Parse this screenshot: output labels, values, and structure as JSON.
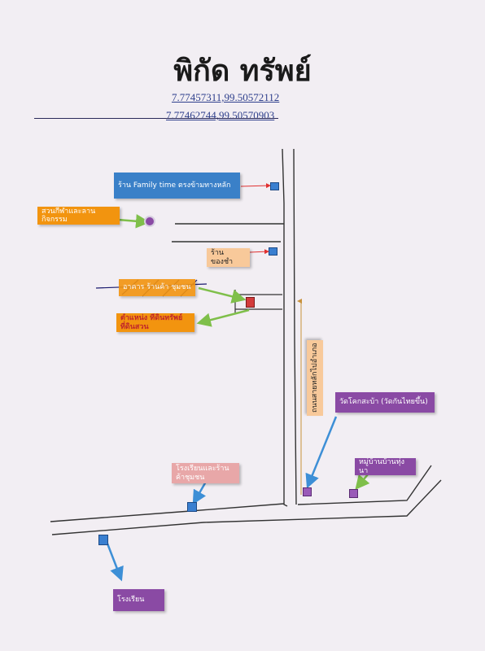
{
  "title": "พิกัด ทรัพย์",
  "coordinates": [
    "7.77457311,99.50572112",
    "7.77462744,99.50570903"
  ],
  "labels": {
    "family_time": "ร้าน Family time ตรงข้ามทางหลัก",
    "sports_park": "สวนกีฬาและลานกิจกรรม",
    "shop": "ร้านของชำ",
    "crossed_out": "อาคาร ร้านค้า ชุมชน",
    "property": "ตำแหน่ง ที่ดินทรัพย์ ที่ดินสวน",
    "main_road": "ถนนสายหลักไปอำเภอ",
    "temple": "วัดโคกสะบ้า (วัดกันไทยขึ้น)",
    "village": "หมู่บ้านบ้านทุ่งนา",
    "community_store": "โรงเรียนและร้านค้าชุมชน",
    "school": "โรงเรียน"
  },
  "colors": {
    "blue": "#3a80c8",
    "orange": "#f2940f",
    "peach": "#f8c99a",
    "purple": "#8a4aa4",
    "pink": "#e8a7a8",
    "leader_red": "#e03030",
    "leader_green": "#7fbf4a",
    "leader_blue": "#3d8fd6"
  }
}
